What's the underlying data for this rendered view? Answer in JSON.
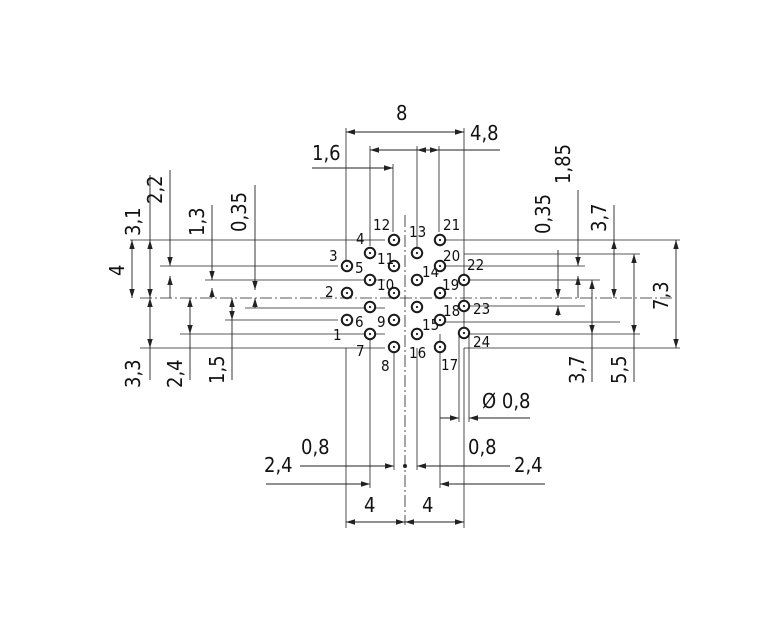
{
  "pins": [
    {
      "num": "1"
    },
    {
      "num": "2"
    },
    {
      "num": "3"
    },
    {
      "num": "4"
    },
    {
      "num": "5"
    },
    {
      "num": "6"
    },
    {
      "num": "7"
    },
    {
      "num": "8"
    },
    {
      "num": "9"
    },
    {
      "num": "10"
    },
    {
      "num": "11"
    },
    {
      "num": "12"
    },
    {
      "num": "13"
    },
    {
      "num": "14"
    },
    {
      "num": "15"
    },
    {
      "num": "16"
    },
    {
      "num": "17"
    },
    {
      "num": "18"
    },
    {
      "num": "19"
    },
    {
      "num": "20"
    },
    {
      "num": "21"
    },
    {
      "num": "22"
    },
    {
      "num": "23"
    },
    {
      "num": "24"
    }
  ],
  "dims": {
    "top_width": "8",
    "top_1_6": "1,6",
    "top_4_8": "4,8",
    "left_4": "4",
    "left_3_1": "3,1",
    "left_2_2": "2,2",
    "left_1_3": "1,3",
    "left_0_35": "0,35",
    "left_3_3": "3,3",
    "left_2_4": "2,4",
    "left_1_5": "1,5",
    "right_0_35": "0,35",
    "right_1_85": "1,85",
    "right_3_7_top": "3,7",
    "right_7_3": "7,3",
    "right_3_7_bottom": "3,7",
    "right_5_5": "5,5",
    "diameter": "Ø 0,8",
    "bottom_2_4_left": "2,4",
    "bottom_0_8_left": "0,8",
    "bottom_0_8_right": "0,8",
    "bottom_2_4_right": "2,4",
    "bottom_4_left": "4",
    "bottom_4_right": "4"
  }
}
